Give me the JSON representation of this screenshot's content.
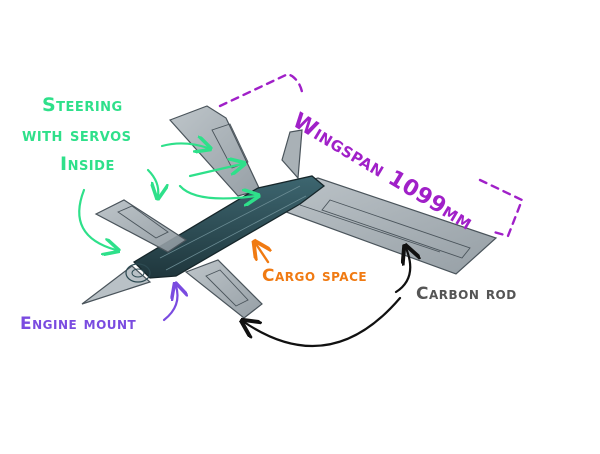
{
  "colors": {
    "steering": "#2ee08a",
    "wingspan": "#a020c8",
    "cargo": "#f07a12",
    "carbon": "#555555",
    "engine": "#7a4be0",
    "arrow_dark": "#111111",
    "wing_fill": "#9aa4ab",
    "wing_stroke": "#4a545b",
    "fuselage": "#2d4a52"
  },
  "labels": {
    "steering_line1": "Steering",
    "steering_line2": "with servos",
    "steering_line3": "Inside",
    "wingspan": "Wingspan 1099mm",
    "cargo": "Cargo space",
    "carbon": "Carbon rod",
    "engine": "Engine mount"
  },
  "icons": {
    "arrow": "curved-arrow-icon"
  }
}
